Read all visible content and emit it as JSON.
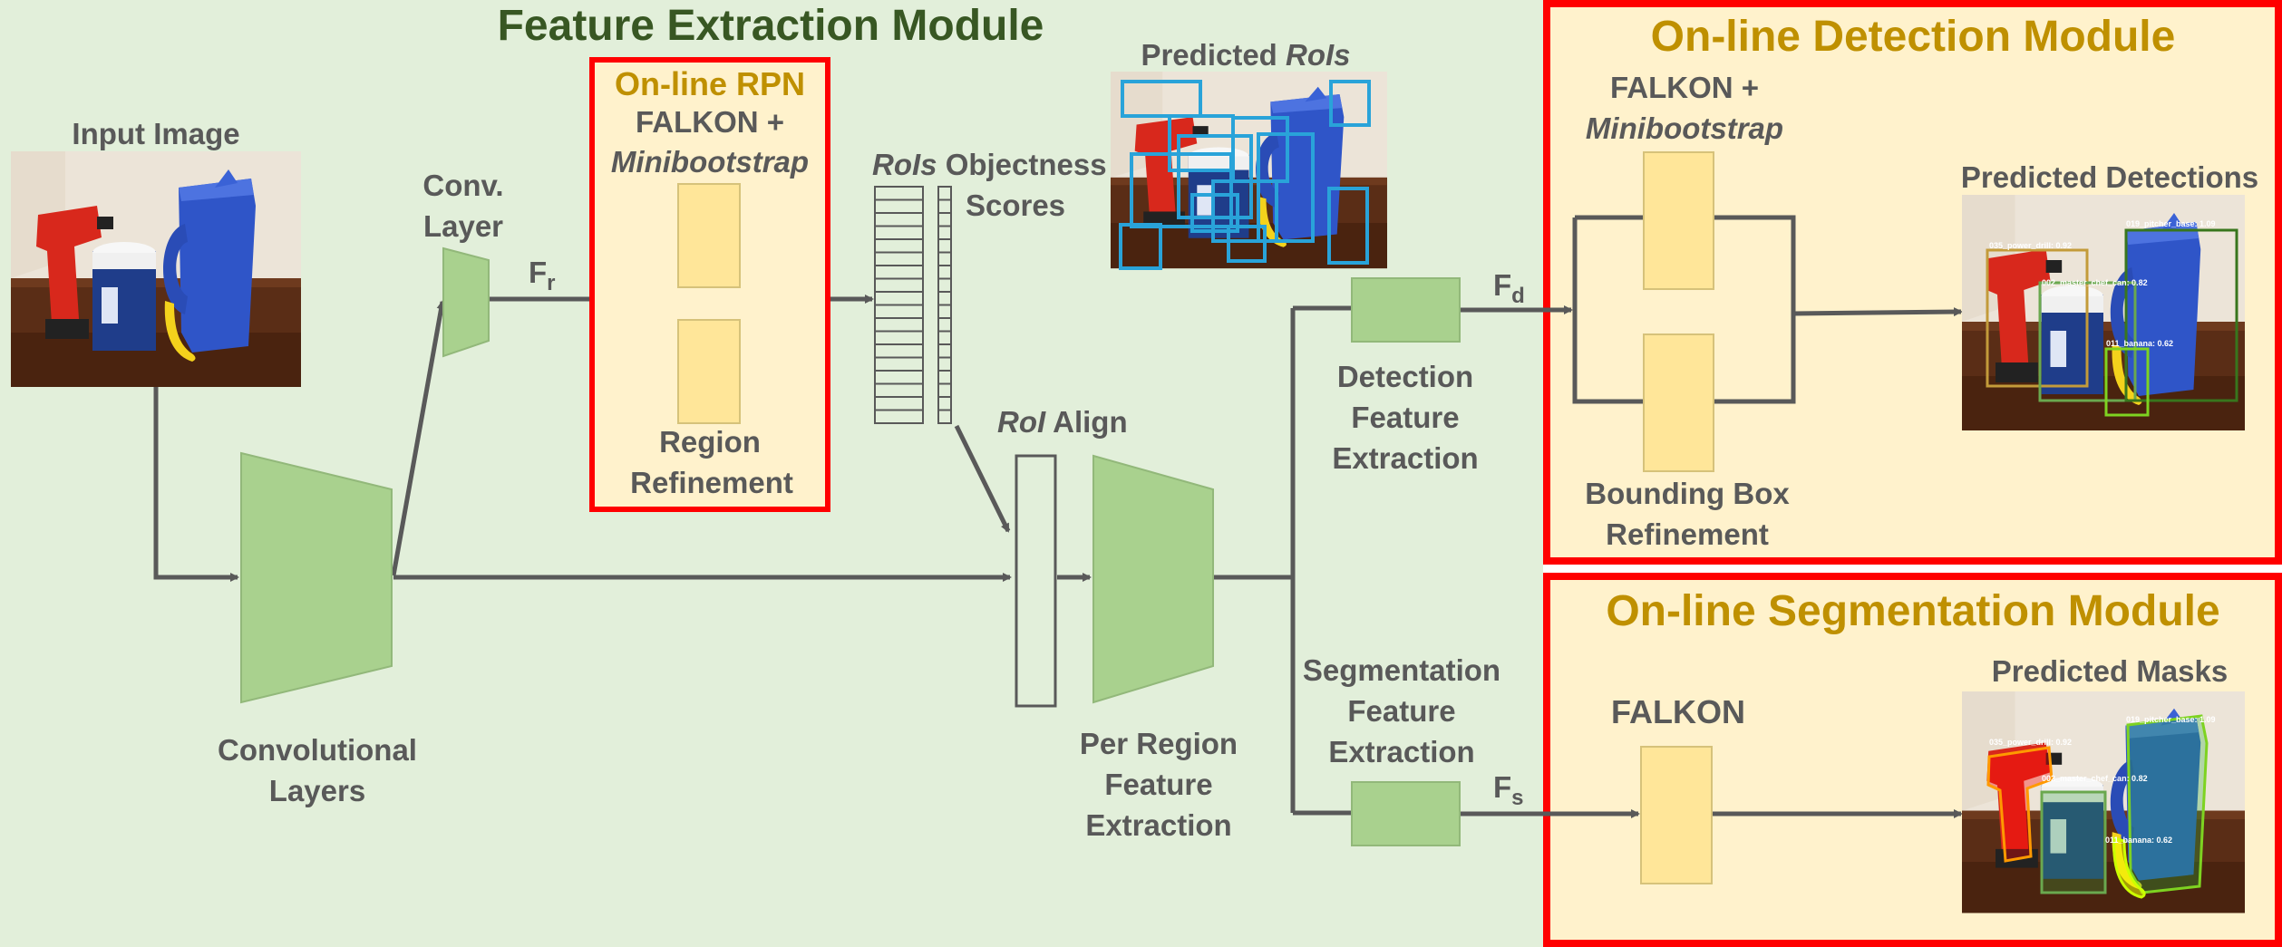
{
  "colors": {
    "feature_bg": "#e2efda",
    "module_bg": "#fff2cc",
    "green_block": "#a9d18e",
    "yellow_block": "#ffe699",
    "red_border": "#ff0000",
    "gold_title": "#bf9000",
    "green_title": "#385723",
    "label_gray": "#595959",
    "arrow_gray": "#595959",
    "roi_box_blue": "#29a3d9"
  },
  "feature_module": {
    "title": "Feature Extraction Module",
    "input_image_label": "Input Image",
    "conv_layers_label": [
      "Convolutional",
      "Layers"
    ],
    "conv_layer_label": [
      "Conv.",
      "Layer"
    ],
    "fr_label": "F",
    "fr_sub": "r",
    "online_rpn": {
      "title": "On-line RPN",
      "line1": "FALKON +",
      "line2": "Minibootstrap",
      "region_refinement": [
        "Region",
        "Refinement"
      ]
    },
    "rois_label_italic": "RoIs",
    "objectness_label": "Objectness",
    "scores_label": "Scores",
    "roi_align_italic": "RoI",
    "roi_align_rest": "Align",
    "predicted_rois_label": "Predicted",
    "predicted_rois_italic": "RoIs",
    "per_region_label": [
      "Per Region",
      "Feature",
      "Extraction"
    ],
    "detection_feature_label": [
      "Detection",
      "Feature",
      "Extraction"
    ],
    "segmentation_feature_label": [
      "Segmentation",
      "Feature",
      "Extraction"
    ],
    "fd_label": "F",
    "fd_sub": "d",
    "fs_label": "F",
    "fs_sub": "s"
  },
  "detection_module": {
    "title": "On-line Detection Module",
    "line1": "FALKON +",
    "line2": "Minibootstrap",
    "bbox_refinement": [
      "Bounding Box",
      "Refinement"
    ],
    "predicted_detections_label": "Predicted Detections",
    "det_labels": [
      "035_power_drill: 0.92",
      "002_master_chef_can: 0.82",
      "019_pitcher_base: 1.09",
      "011_banana: 0.62"
    ]
  },
  "segmentation_module": {
    "title": "On-line Segmentation Module",
    "falkon_label": "FALKON",
    "predicted_masks_label": "Predicted Masks",
    "mask_labels": [
      "035_power_drill: 0.92",
      "002_master_chef_can: 0.82",
      "019_pitcher_base: 1.09",
      "011_banana: 0.62"
    ]
  }
}
